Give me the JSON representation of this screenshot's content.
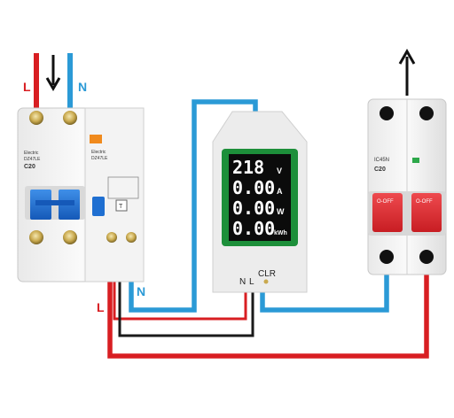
{
  "wire_labels": {
    "input_live": "L",
    "input_neutral": "N",
    "rcbo_out_neutral": "N",
    "rcbo_out_live": "L"
  },
  "rcbo": {
    "brand": "Electric",
    "model": "DZ47LE",
    "rating": "C20",
    "test_button": "T"
  },
  "meter": {
    "readings": [
      {
        "value": "218",
        "unit": "V"
      },
      {
        "value": "0.00",
        "unit": "A"
      },
      {
        "value": "0.00",
        "unit": "W"
      },
      {
        "value": "0.00",
        "unit": "kWh"
      }
    ],
    "clear_label": "CLR",
    "terminal_n": "N",
    "terminal_l": "L"
  },
  "breaker": {
    "model": "IC45N",
    "rating": "C20",
    "handle_left": "O-OFF",
    "handle_right": "O-OFF"
  },
  "colors": {
    "live_wire": "#d81e22",
    "neutral_wire": "#2b9ad6",
    "earth_wire": "#1a1a1a",
    "meter_bezel": "#1d8f3a",
    "breaker_handle": "#d8252b",
    "rcbo_handle": "#1f6fd1"
  }
}
